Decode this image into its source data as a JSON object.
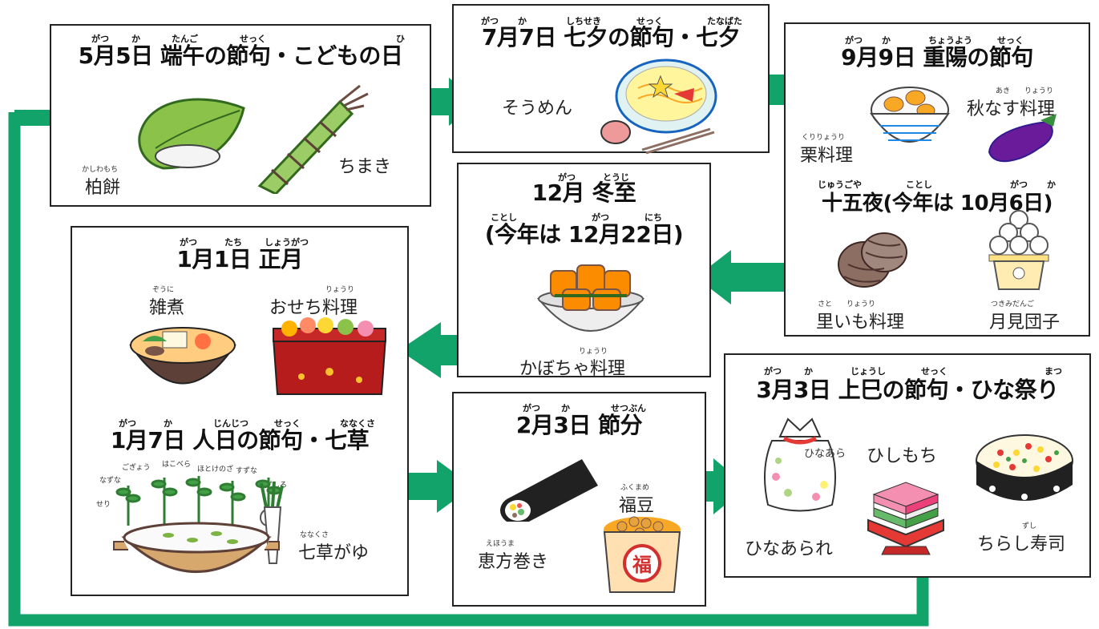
{
  "cards": {
    "may": {
      "title": "5月5日 端午の節句・こどもの日",
      "ruby": [
        "がつ",
        "か",
        "たんご",
        "せっく",
        "ひ"
      ],
      "foods": [
        {
          "name": "柏餅",
          "ruby": "かしわもち"
        },
        {
          "name": "ちまき",
          "ruby": ""
        }
      ]
    },
    "jul": {
      "title": "7月7日 七夕の節句・七夕",
      "ruby": [
        "がつ",
        "か",
        "しちせき",
        "せっく",
        "たなばた"
      ],
      "foods": [
        {
          "name": "そうめん",
          "ruby": ""
        }
      ]
    },
    "sep": {
      "title": "9月9日 重陽の節句",
      "ruby": [
        "がつ",
        "か",
        "ちょうよう",
        "せっく"
      ],
      "foods": [
        {
          "name": "秋なす料理",
          "ruby": "あき　　りょうり"
        },
        {
          "name": "栗料理",
          "ruby": "くりりょうり"
        }
      ],
      "subtitle": "十五夜(今年は 10月6日)",
      "subtitle_ruby": [
        "じゅうごや",
        "ことし",
        "がつ",
        "か"
      ],
      "foods2": [
        {
          "name": "里いも料理",
          "ruby": "さと　　りょうり"
        },
        {
          "name": "月見団子",
          "ruby": "つきみだんご"
        }
      ]
    },
    "dec": {
      "title": "12月 冬至",
      "ruby": [
        "がつ",
        "とうじ"
      ],
      "title2": "(今年は 12月22日)",
      "ruby2": [
        "ことし",
        "がつ",
        "にち"
      ],
      "foods": [
        {
          "name": "かぼちゃ料理",
          "ruby": "りょうり"
        }
      ]
    },
    "jan": {
      "title": "1月1日 正月",
      "ruby": [
        "がつ",
        "たち",
        "しょうがつ"
      ],
      "foods": [
        {
          "name": "雑煮",
          "ruby": "ぞうに"
        },
        {
          "name": "おせち料理",
          "ruby": "りょうり"
        }
      ],
      "subtitle": "1月7日 人日の節句・七草",
      "subtitle_ruby": [
        "がつ",
        "か",
        "じんじつ",
        "せっく",
        "ななくさ"
      ],
      "herbs": [
        "ごぎょう",
        "はこべら",
        "ほとけのざ",
        "すずな",
        "なずな",
        "すずしろ",
        "せり"
      ],
      "foods2": [
        {
          "name": "七草がゆ",
          "ruby": "ななくさ"
        }
      ]
    },
    "feb": {
      "title": "2月3日 節分",
      "ruby": [
        "がつ",
        "か",
        "せつぶん"
      ],
      "foods": [
        {
          "name": "福豆",
          "ruby": "ふくまめ"
        },
        {
          "name": "恵方巻き",
          "ruby": "えほうま"
        }
      ],
      "masu_label": "福"
    },
    "mar": {
      "title": "3月3日 上巳の節句・ひな祭り",
      "ruby": [
        "がつ",
        "か",
        "じょうし",
        "せっく",
        "まつ"
      ],
      "foods": [
        {
          "name": "ひしもち",
          "ruby": ""
        },
        {
          "name": "ひなあられ",
          "ruby": ""
        },
        {
          "name": "ちらし寿司",
          "ruby": "ずし"
        }
      ],
      "bag_label": "ひなあられ"
    }
  },
  "colors": {
    "arrow": "#12a36b",
    "leaf": "#7cb342",
    "frame": "#222222"
  }
}
